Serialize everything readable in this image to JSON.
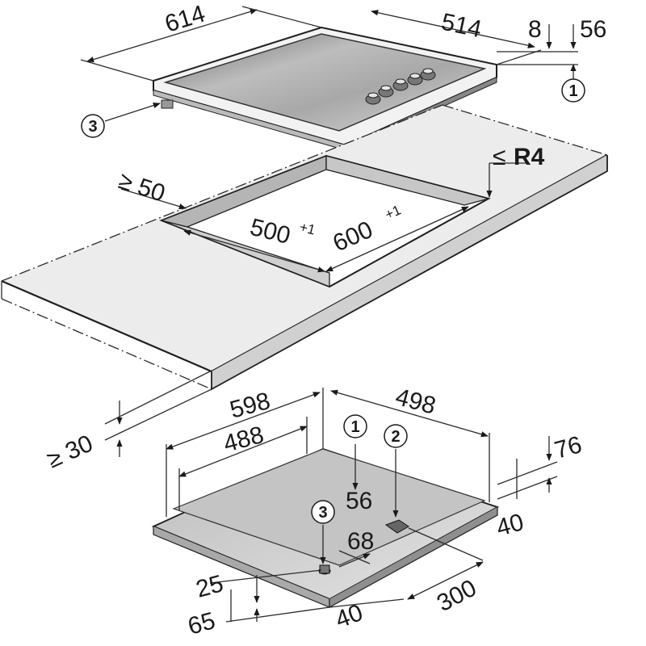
{
  "top_hob": {
    "width": "614",
    "depth": "514",
    "rim_height": "8",
    "total_height": "56",
    "callout_1": "1",
    "callout_3": "3"
  },
  "worktop": {
    "min_front_distance": "≥ 50",
    "corner_radius_sym": "≤",
    "corner_radius_val": "R4",
    "cutout_depth": "500",
    "cutout_width": "600",
    "tolerance": "+1",
    "min_thickness": "≥ 30"
  },
  "bottom_unit": {
    "width": "598",
    "inner_width": "488",
    "depth": "498",
    "callout_1": "1",
    "callout_2": "2",
    "callout_3": "3",
    "value_56": "56",
    "value_76": "76",
    "value_40_right": "40",
    "value_68": "68",
    "value_25": "25",
    "value_65": "65",
    "value_40_bottom": "40",
    "value_300": "300"
  },
  "colors": {
    "hob_surface": "#9a9a9a",
    "worktop_surface": "#e8e8e8",
    "edge_dark": "#2a2a2a"
  }
}
